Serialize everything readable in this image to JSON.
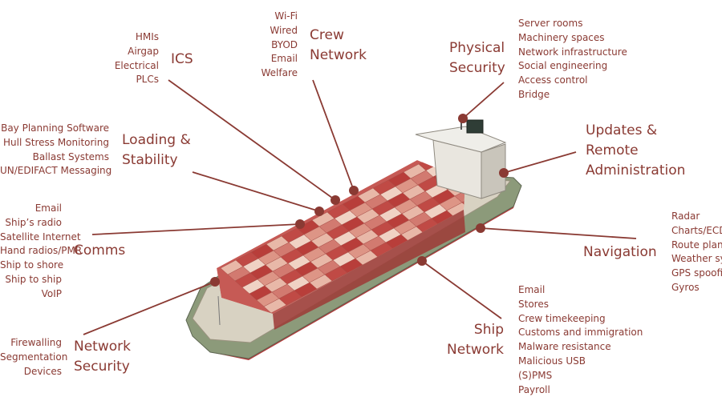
{
  "colors": {
    "accent": "#8a3a33",
    "hull_lower": "#b23a3a",
    "hull_upper": "#8c9a7a",
    "deck": "#d8d2c2"
  },
  "groups": [
    {
      "id": "ics",
      "title": "ICS",
      "items": [
        "HMIs",
        "Airgap",
        "Electrical",
        "PLCs"
      ]
    },
    {
      "id": "crew",
      "title": "Crew\nNetwork",
      "items": [
        "Wi-Fi",
        "Wired",
        "BYOD",
        "Email",
        "Welfare"
      ]
    },
    {
      "id": "physical",
      "title": "Physical\nSecurity",
      "items": [
        "Server rooms",
        "Machinery spaces",
        "Network infrastructure",
        "Social engineering",
        "Access control",
        "Bridge"
      ]
    },
    {
      "id": "updates",
      "title": "Updates &\nRemote\nAdministration",
      "items": []
    },
    {
      "id": "loading",
      "title": "Loading &\nStability",
      "items": [
        "Bay Planning Software",
        "Hull Stress Monitoring",
        "Ballast Systems",
        "UN/EDIFACT Messaging"
      ]
    },
    {
      "id": "comms",
      "title": "Comms",
      "items": [
        "Email",
        "Ship’s radio",
        "Satellite Internet",
        "Hand radios/PMR",
        "Ship to shore",
        "Ship to ship",
        "VoIP"
      ]
    },
    {
      "id": "navigation",
      "title": "Navigation",
      "items": [
        "Radar",
        "Charts/ECDIS",
        "Route planning",
        "Weather systems",
        "GPS spoofing",
        "Gyros"
      ]
    },
    {
      "id": "network_security",
      "title": "Network\nSecurity",
      "items": [
        "Firewalling",
        "Segmentation",
        "Devices"
      ]
    },
    {
      "id": "ship_network",
      "title": "Ship\nNetwork",
      "items": [
        "Email",
        "Stores",
        "Crew timekeeping",
        "Customs and immigration",
        "Malware resistance",
        "Malicious USB",
        "(S)PMS",
        "Payroll"
      ]
    }
  ]
}
